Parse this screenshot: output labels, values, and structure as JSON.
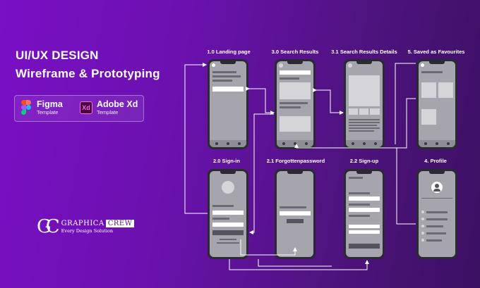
{
  "heading": {
    "line1": "UI/UX DESIGN",
    "line2": "Wireframe & Prototyping"
  },
  "badges": [
    {
      "name": "Figma",
      "sub": "Template",
      "icon": "figma-icon"
    },
    {
      "name": "Adobe Xd",
      "sub": "Template",
      "icon": "adobe-xd-icon",
      "icon_text": "Xd"
    }
  ],
  "screens": [
    {
      "id": "landing",
      "label": "1.0 Landing page"
    },
    {
      "id": "search",
      "label": "3.0 Search Results"
    },
    {
      "id": "details",
      "label": "3.1 Search Results Details"
    },
    {
      "id": "saved",
      "label": "5. Saved as Favourites"
    },
    {
      "id": "signin",
      "label": "2.0 Sign-in"
    },
    {
      "id": "forgot",
      "label": "2.1 Forgottenpassword"
    },
    {
      "id": "signup",
      "label": "2.2 Sign-up"
    },
    {
      "id": "profile",
      "label": "4. Profile"
    }
  ],
  "logo": {
    "mark": "GC",
    "brand_a": "GRAPHICA",
    "brand_b": "CREW",
    "tagline": "Every Design Solution"
  },
  "colors": {
    "bg_start": "#7a0fc4",
    "bg_end": "#3b1062",
    "wire": "#a6a5ad",
    "phone": "#2a2a33"
  }
}
